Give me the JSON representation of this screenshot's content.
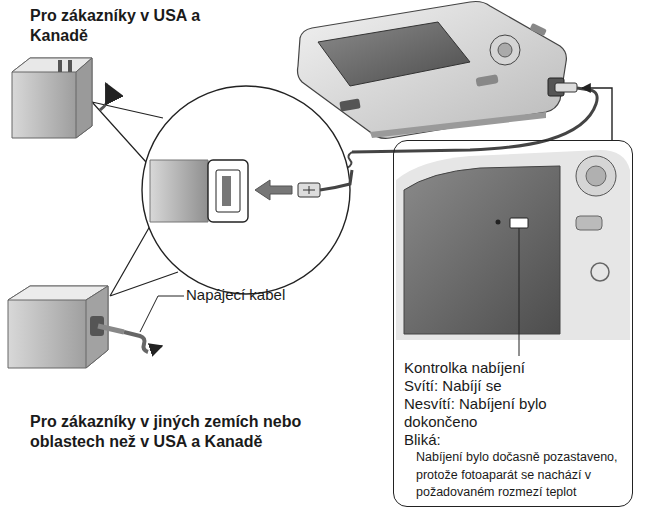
{
  "diagram": {
    "nodes": [
      {
        "text": [
          "Kontrolka nabíjení",
          "Svítí: Nabíjí se",
          "Nesvítí: Nabíjení bylo dokončeno",
          "Bliká:",
          "Nabíjení bylo dočasně pozastaveno, protože fotoaparát se nachází v požadovaném rozmezí teplot"
        ]
      }
    ],
    "labels": [
      "Pro zákazníky v USA a Kanadě",
      "Napájecí kabel",
      "Pro zákazníky v jiných zemích nebo oblastech než v USA a Kanadě"
    ]
  }
}
